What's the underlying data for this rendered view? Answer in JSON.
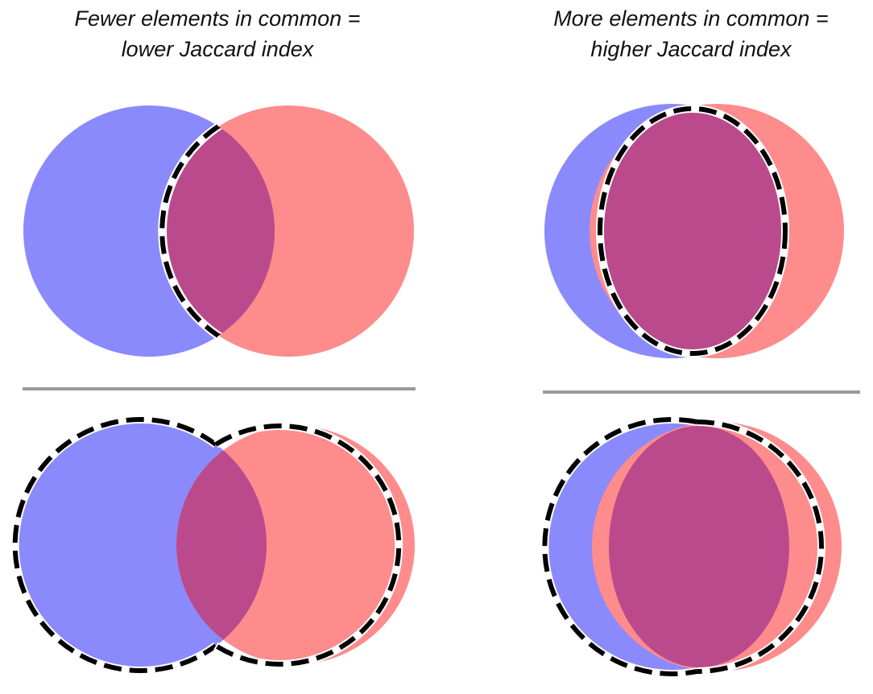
{
  "left_panel": {
    "title_line1": "Fewer elements in common =",
    "title_line2": "lower Jaccard index"
  },
  "right_panel": {
    "title_line1": "More elements in common =",
    "title_line2": "higher Jaccard index"
  },
  "colors": {
    "set_a": "#8a8afc",
    "set_b": "#fe8c8c",
    "intersection": "#bb4a8c",
    "divider": "#9a9a9a",
    "outline": "#000000"
  }
}
